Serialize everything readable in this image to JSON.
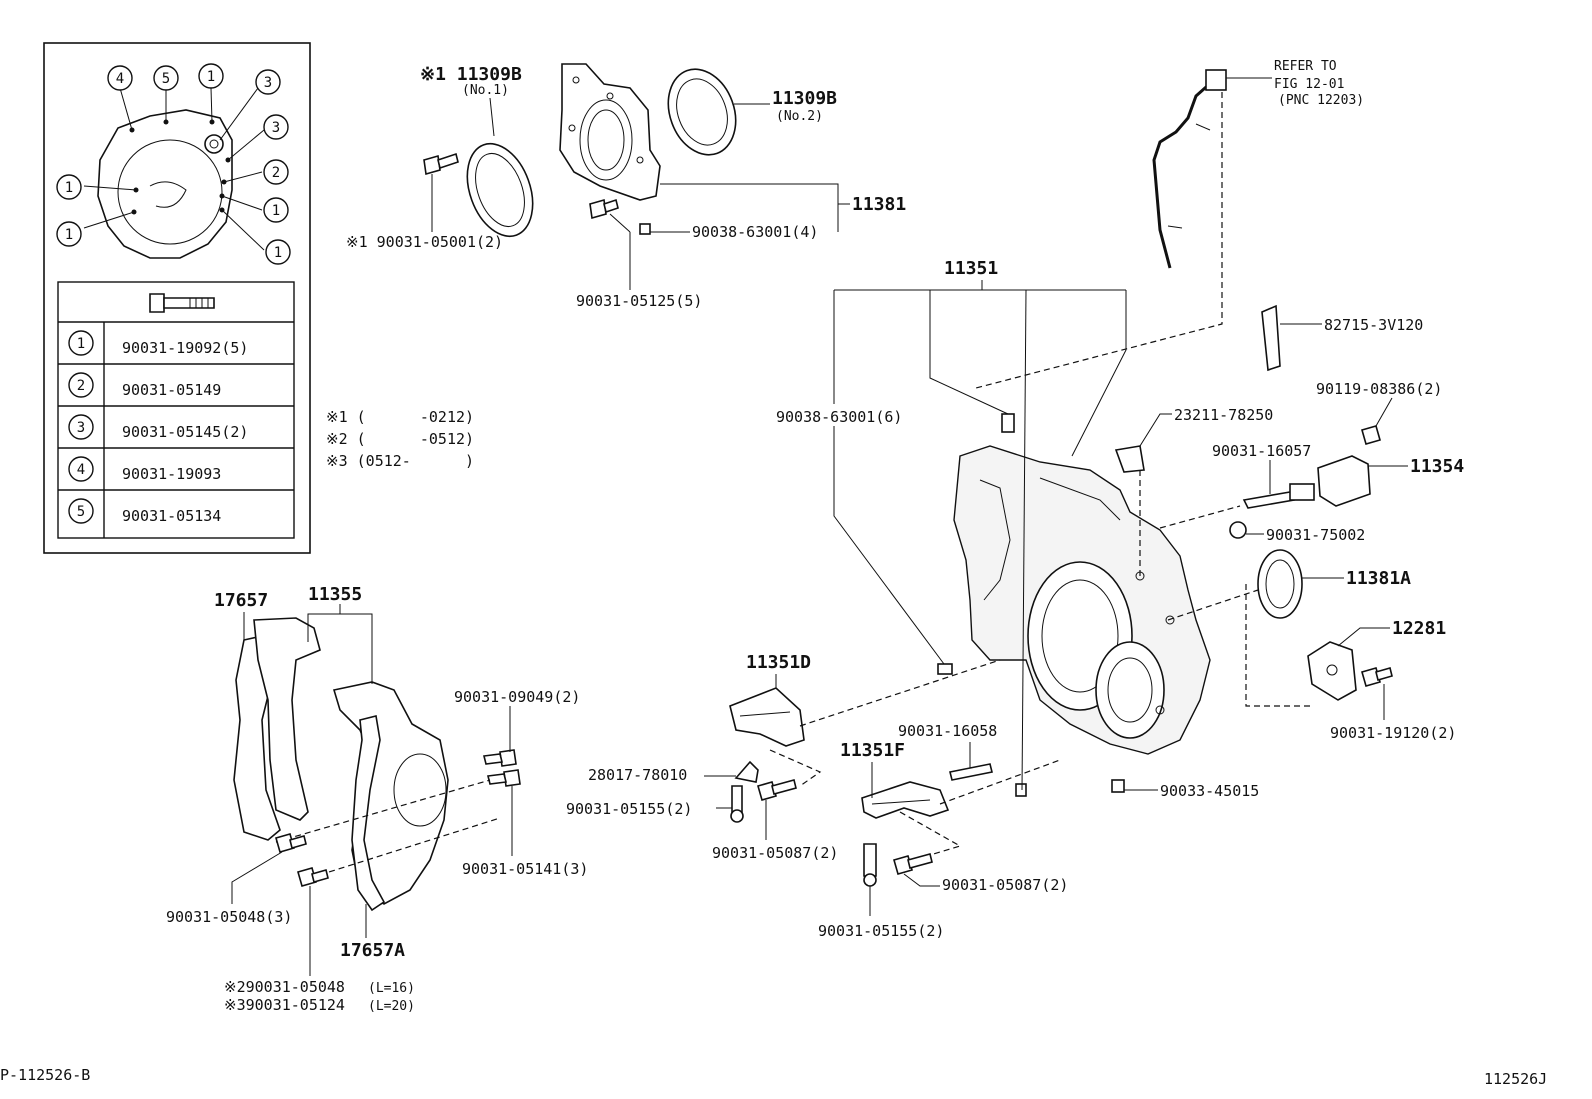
{
  "inset_table": {
    "rows": [
      {
        "num": "1",
        "part": "90031-19092(5)"
      },
      {
        "num": "2",
        "part": "90031-05149"
      },
      {
        "num": "3",
        "part": "90031-05145(2)"
      },
      {
        "num": "4",
        "part": "90031-19093"
      },
      {
        "num": "5",
        "part": "90031-05134"
      }
    ]
  },
  "inset_callouts": [
    "4",
    "5",
    "1",
    "3",
    "3",
    "2",
    "1",
    "1",
    "1",
    "1"
  ],
  "notes": [
    {
      "mark": "※1",
      "range": "(      -0212)"
    },
    {
      "mark": "※2",
      "range": "(      -0512)"
    },
    {
      "mark": "※3",
      "range": "(0512-      )"
    }
  ],
  "labels": {
    "seal_no1_code": "※1 11309B",
    "seal_no1_sub": "(No.1)",
    "seal_no2_code": "11309B",
    "seal_no2_sub": "(No.2)",
    "bolt_x1": "※1  90031-05001(2)",
    "p11381": "11381",
    "pin_63001_4": "90038-63001(4)",
    "bolt_05125": "90031-05125(5)",
    "refer1": "REFER TO",
    "refer2": "FIG 12-01",
    "refer3": "(PNC 12203)",
    "p11351": "11351",
    "clamp_82715": "82715-3V120",
    "bolt_08386": "90119-08386(2)",
    "pin_63001_6": "90038-63001(6)",
    "clamp_23211": "23211-78250",
    "stud_16057": "90031-16057",
    "p11354": "11354",
    "nut_75002": "90031-75002",
    "p11381a": "11381A",
    "p12281": "12281",
    "bolt_19120": "90031-19120(2)",
    "p17657": "17657",
    "p11355": "11355",
    "bolt_09049": "90031-09049(2)",
    "bolt_05141": "90031-05141(3)",
    "bolt_05048": "90031-05048(3)",
    "p17657a": "17657A",
    "x2_bolt": "※290031-05048",
    "x2_len": "(L=16)",
    "x3_bolt": "※390031-05124",
    "x3_len": "(L=20)",
    "p11351d": "11351D",
    "p28017": "28017-78010",
    "bolt_05155_a": "90031-05155(2)",
    "bolt_05087_a": "90031-05087(2)",
    "stud_16058": "90031-16058",
    "p11351f": "11351F",
    "bolt_05087_b": "90031-05087(2)",
    "bolt_05155_b": "90031-05155(2)",
    "plug_45015": "90033-45015",
    "footer_left": "P-112526-B",
    "footer_right": "112526J"
  }
}
